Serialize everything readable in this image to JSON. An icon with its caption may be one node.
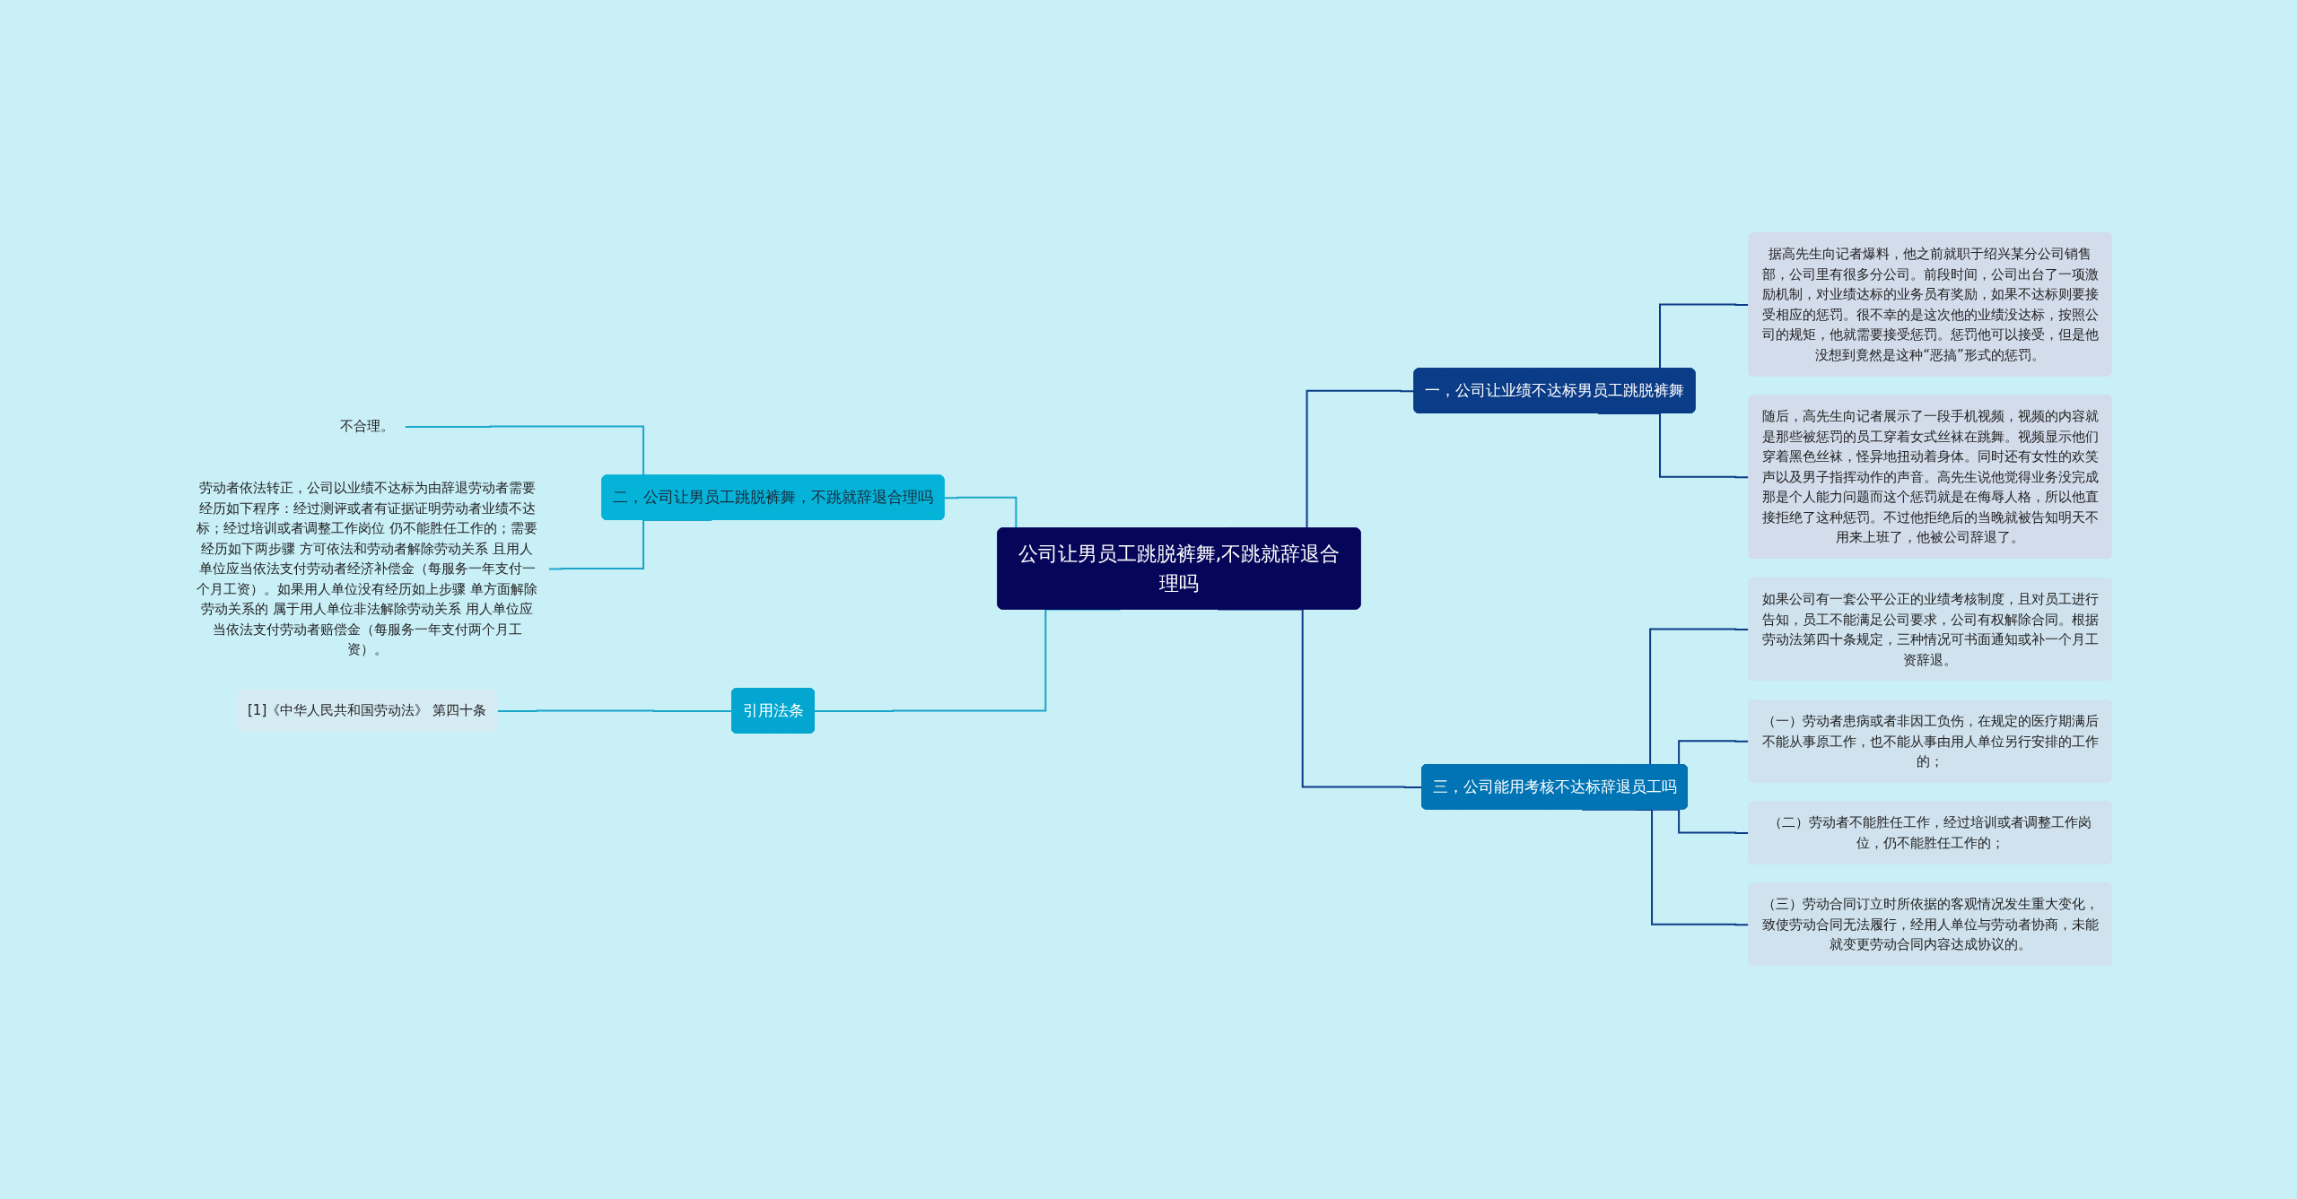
{
  "diagram": {
    "nodes": [
      {
        "text": [
          "公司让男员工跳脱裤舞,不跳就辞退合理吗"
        ]
      },
      {
        "text": [
          "一，公司让业绩不达标男员工跳脱裤舞"
        ]
      },
      {
        "text": [
          "据高先生向记者爆料，他之前就职于绍兴某分公司销售部，公司里有很多分公司。前段时间，公司出台了一项激励机制，对业绩达标的业务员有奖励，如果不达标则要接受相应的惩罚。很不幸的是这次他的业绩没达标，按照公司的规矩，他就需要接受惩罚。惩罚他可以接受，但是他没想到竟然是这种“恶搞”形式的惩罚。"
        ]
      },
      {
        "text": [
          "随后，高先生向记者展示了一段手机视频，视频的内容就是那些被惩罚的员工穿着女式丝袜在跳舞。视频显示他们穿着黑色丝袜，怪异地扭动着身体。同时还有女性的欢笑声以及男子指挥动作的声音。高先生说他觉得业务没完成那是个人能力问题而这个惩罚就是在侮辱人格，所以他直接拒绝了这种惩罚。不过他拒绝后的当晚就被告知明天不用来上班了，他被公司辞退了。"
        ]
      },
      {
        "text": [
          "三，公司能用考核不达标辞退员工吗"
        ]
      },
      {
        "text": [
          "如果公司有一套公平公正的业绩考核制度，且对员工进行告知，员工不能满足公司要求，公司有权解除合同。根据劳动法第四十条规定，三种情况可书面通知或补一个月工资辞退。"
        ]
      },
      {
        "text": [
          "（一）劳动者患病或者非因工负伤，在规定的医疗期满后不能从事原工作，也不能从事由用人单位另行安排的工作的；"
        ]
      },
      {
        "text": [
          "（二）劳动者不能胜任工作，经过培训或者调整工作岗位，仍不能胜任工作的；"
        ]
      },
      {
        "text": [
          "（三）劳动合同订立时所依据的客观情况发生重大变化，致使劳动合同无法履行，经用人单位与劳动者协商，未能就变更劳动合同内容达成协议的。"
        ]
      },
      {
        "text": [
          "二，公司让男员工跳脱裤舞，不跳就辞退合理吗"
        ]
      },
      {
        "text": [
          "不合理。"
        ]
      },
      {
        "text": [
          "劳动者依法转正，公司以业绩不达标为由辞退劳动者需要经历如下程序：经过测评或者有证据证明劳动者业绩不达标；经过培训或者调整工作岗位 仍不能胜任工作的；需要经历如下两步骤 方可依法和劳动者解除劳动关系 且用人单位应当依法支付劳动者经济补偿金（每服务一年支付一个月工资）。如果用人单位没有经历如上步骤 单方面解除劳动关系的 属于用人单位非法解除劳动关系 用人单位应当依法支付劳动者赔偿金（每服务一年支付两个月工资）。"
        ]
      },
      {
        "text": [
          "引用法条"
        ]
      },
      {
        "text": [
          "[1]《中华人民共和国劳动法》 第四十条"
        ]
      }
    ],
    "edges": [
      {
        "from": 0,
        "to": 1,
        "arrow": "none"
      },
      {
        "from": 1,
        "to": 2,
        "arrow": "none"
      },
      {
        "from": 1,
        "to": 3,
        "arrow": "none"
      },
      {
        "from": 0,
        "to": 4,
        "arrow": "none"
      },
      {
        "from": 4,
        "to": 5,
        "arrow": "none"
      },
      {
        "from": 4,
        "to": 6,
        "arrow": "none"
      },
      {
        "from": 4,
        "to": 7,
        "arrow": "none"
      },
      {
        "from": 4,
        "to": 8,
        "arrow": "none"
      },
      {
        "from": 9,
        "to": 0,
        "arrow": "none",
        "color": "#1aa6c9"
      },
      {
        "from": 10,
        "to": 9,
        "arrow": "none",
        "color": "#1aa6c9"
      },
      {
        "from": 11,
        "to": 9,
        "arrow": "none",
        "color": "#1aa6c9"
      },
      {
        "from": 12,
        "to": 0,
        "arrow": "none",
        "color": "#1aa6c9"
      },
      {
        "from": 13,
        "to": 12,
        "arrow": "none",
        "color": "#1aa6c9"
      }
    ]
  }
}
